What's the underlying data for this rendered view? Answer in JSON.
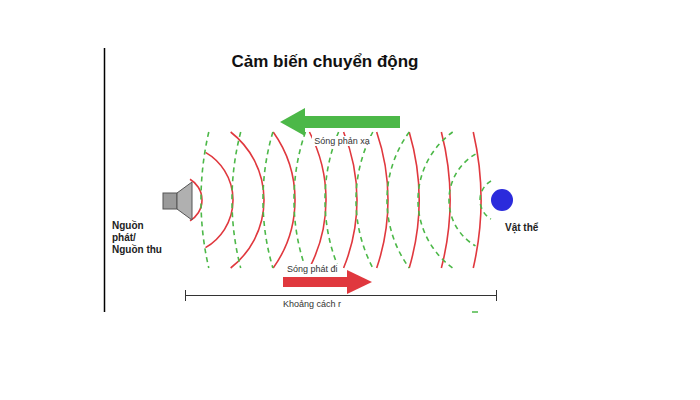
{
  "diagram": {
    "title": "Cảm biến chuyển động",
    "labels": [
      "Sóng phản xạ",
      "Nguồn phát/ Nguồn thu",
      "Vật thể",
      "Sóng phát đi",
      "Khoảng cách r"
    ]
  }
}
